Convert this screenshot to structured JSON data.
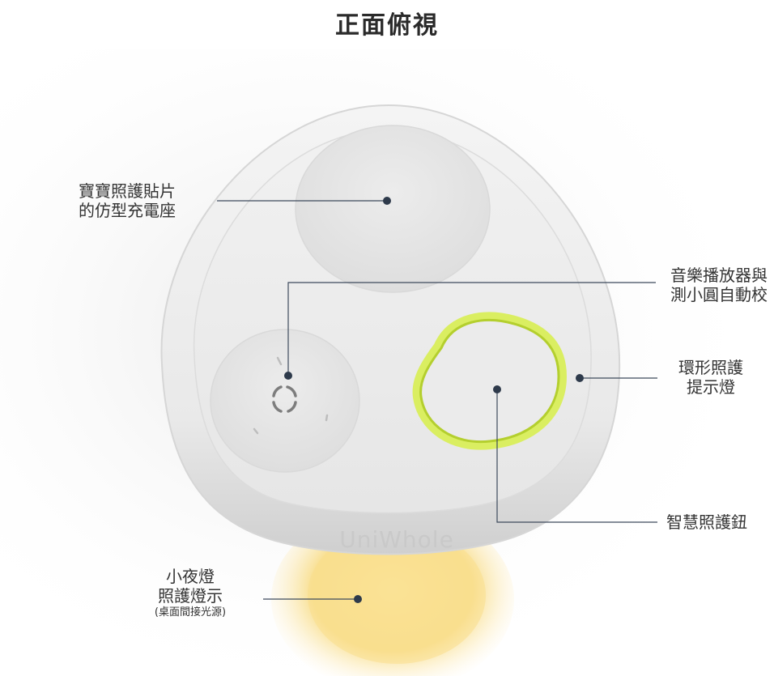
{
  "page": {
    "title": "正面俯視"
  },
  "device": {
    "brand_text": "UniWhole"
  },
  "callouts": {
    "patch_charger": {
      "line1": "寶寶照護貼片",
      "line2": "的仿型充電座"
    },
    "music_player": {
      "line1": "音樂播放器與",
      "line2": "測小圓自動校"
    },
    "ring_light": {
      "line1": "環形照護",
      "line2": "提示燈"
    },
    "smart_button": {
      "line1": "智慧照護鈕"
    },
    "night_light": {
      "line1": "小夜燈",
      "line2": "照護燈示",
      "line3": "(桌面間接光源)"
    }
  },
  "colors": {
    "callout_line": "#3d4a5c",
    "ring_light": "#c8e04a",
    "night_glow": "#f7d97a"
  }
}
